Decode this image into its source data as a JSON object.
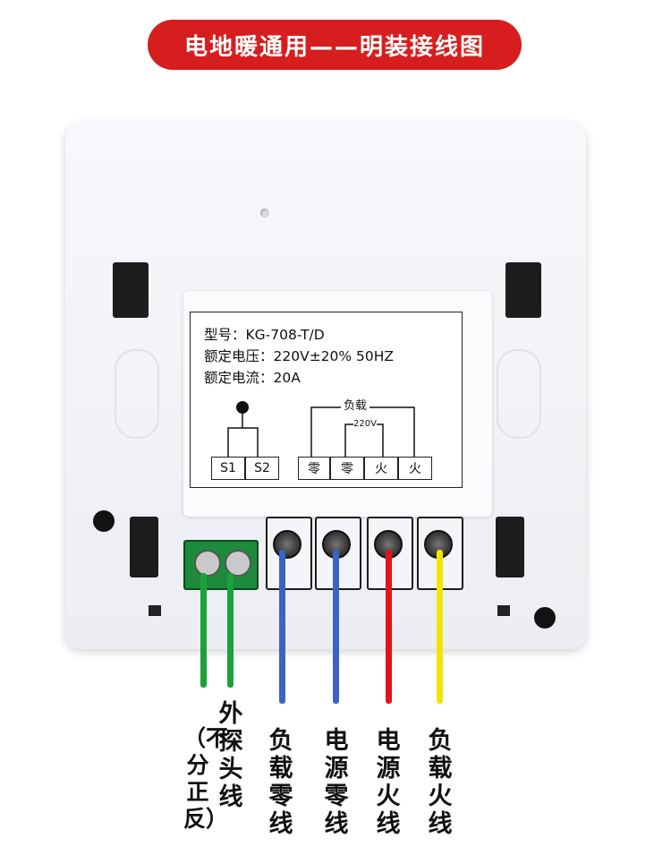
{
  "title": "电地暖通用——明装接线图",
  "spec": {
    "model": "型号：KG-708-T/D",
    "voltage": "额定电压：220V±20%  50HZ",
    "current": "额定电流：20A"
  },
  "schematic": {
    "load_label": "负载",
    "voltage_label": "220V"
  },
  "terminals": [
    "S1",
    "S2",
    "零",
    "零",
    "火",
    "火"
  ],
  "wires": {
    "probe": "外探头线",
    "probe_note": "（不分正反）",
    "load_neutral": "负载零线",
    "power_neutral": "电源零线",
    "power_live": "电源火线",
    "load_live": "负载火线"
  },
  "colors": {
    "banner": "#d71e1e",
    "green_wire": "#1aa33b",
    "blue_wire": "#3a63c4",
    "red_wire": "#e0141a",
    "yellow_wire": "#f2e600"
  }
}
